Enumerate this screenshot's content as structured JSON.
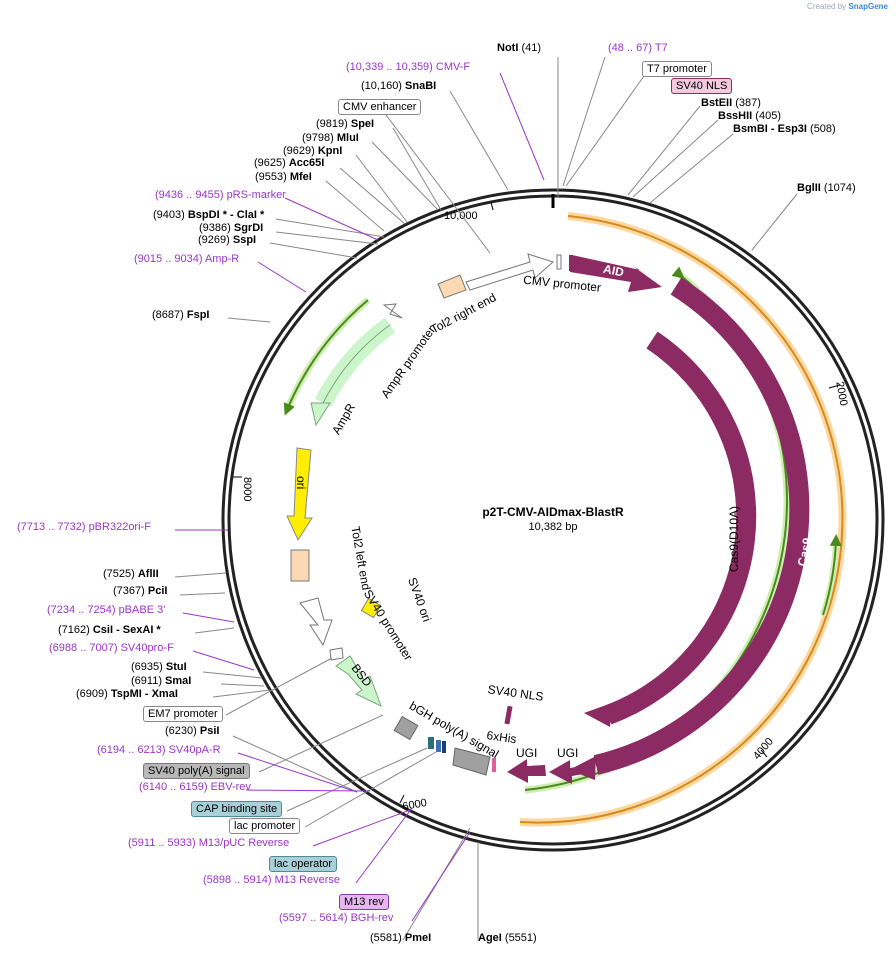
{
  "credit": {
    "prefix": "Created by",
    "brand": "SnapGene"
  },
  "plasmid": {
    "name": "p2T-CMV-AIDmax-BlastR",
    "size": "10,382 bp"
  },
  "ticks": [
    "10,000",
    "2000",
    "4000",
    "6000",
    "8000"
  ],
  "features": [
    {
      "label": "AID",
      "color": "#8b2a63"
    },
    {
      "label": "Cas9",
      "color": "#8b2a63"
    },
    {
      "label": "Cas9(D10A)",
      "color": "#8b2a63"
    },
    {
      "label": "UGI",
      "color": "#8b2a63"
    },
    {
      "label": "UGI",
      "color": "#8b2a63"
    },
    {
      "label": "SV40 NLS",
      "color": "#8b2a63"
    },
    {
      "label": "6xHis",
      "color": "#8b2a63"
    },
    {
      "label": "CMV promoter",
      "color": "#ffffff"
    },
    {
      "label": "Tol2 right end",
      "color": "#fbd9b2"
    },
    {
      "label": "AmpR promoter",
      "color": "#ffffff"
    },
    {
      "label": "AmpR",
      "color": "#ccf5cc"
    },
    {
      "label": "ori",
      "color": "#ffee00"
    },
    {
      "label": "Tol2 left end",
      "color": "#fbd9b2"
    },
    {
      "label": "SV40 ori",
      "color": "#ffee00"
    },
    {
      "label": "SV40 promoter",
      "color": "#ffffff"
    },
    {
      "label": "BSD",
      "color": "#ccf5cc"
    },
    {
      "label": "bGH poly(A) signal",
      "color": "#a0a0a0"
    }
  ],
  "labels_left": [
    {
      "pos": "(10,339 .. 10,359)",
      "name": "CMV-F",
      "kind": "primer"
    },
    {
      "pos": "(10,160)",
      "name": "SnaBI",
      "kind": "site"
    },
    {
      "pos": "",
      "name": "CMV enhancer",
      "kind": "box"
    },
    {
      "pos": "(9819)",
      "name": "SpeI",
      "kind": "site"
    },
    {
      "pos": "(9798)",
      "name": "MluI",
      "kind": "site"
    },
    {
      "pos": "(9629)",
      "name": "KpnI",
      "kind": "site"
    },
    {
      "pos": "(9625)",
      "name": "Acc65I",
      "kind": "site"
    },
    {
      "pos": "(9553)",
      "name": "MfeI",
      "kind": "site"
    },
    {
      "pos": "(9436 .. 9455)",
      "name": "pRS-marker",
      "kind": "primer"
    },
    {
      "pos": "(9403)",
      "name": "BspDI * - ClaI *",
      "kind": "site"
    },
    {
      "pos": "(9386)",
      "name": "SgrDI",
      "kind": "site"
    },
    {
      "pos": "(9269)",
      "name": "SspI",
      "kind": "site"
    },
    {
      "pos": "(9015 .. 9034)",
      "name": "Amp-R",
      "kind": "primer"
    },
    {
      "pos": "(8687)",
      "name": "FspI",
      "kind": "site"
    },
    {
      "pos": "(7713 .. 7732)",
      "name": "pBR322ori-F",
      "kind": "primer"
    },
    {
      "pos": "(7525)",
      "name": "AflII",
      "kind": "site"
    },
    {
      "pos": "(7367)",
      "name": "PciI",
      "kind": "site"
    },
    {
      "pos": "(7234 .. 7254)",
      "name": "pBABE 3'",
      "kind": "primer"
    },
    {
      "pos": "(7162)",
      "name": "CsiI  - SexAI *",
      "kind": "site"
    },
    {
      "pos": "(6988 .. 7007)",
      "name": "SV40pro-F",
      "kind": "primer"
    },
    {
      "pos": "(6935)",
      "name": "StuI",
      "kind": "site"
    },
    {
      "pos": "(6911)",
      "name": "SmaI",
      "kind": "site"
    },
    {
      "pos": "(6909)",
      "name": "TspMI  - XmaI",
      "kind": "site"
    },
    {
      "pos": "",
      "name": "EM7 promoter",
      "kind": "box"
    },
    {
      "pos": "(6230)",
      "name": "PsiI",
      "kind": "site"
    },
    {
      "pos": "(6194 .. 6213)",
      "name": "SV40pA-R",
      "kind": "primer"
    },
    {
      "pos": "",
      "name": "SV40 poly(A) signal",
      "kind": "gbox"
    },
    {
      "pos": "(6140 .. 6159)",
      "name": "EBV-rev",
      "kind": "primer"
    },
    {
      "pos": "",
      "name": "CAP binding site",
      "kind": "tbox"
    },
    {
      "pos": "",
      "name": "lac promoter",
      "kind": "box"
    },
    {
      "pos": "(5911 .. 5933)",
      "name": "M13/pUC Reverse",
      "kind": "primer"
    },
    {
      "pos": "",
      "name": "lac operator",
      "kind": "tbox"
    },
    {
      "pos": "(5898 .. 5914)",
      "name": "M13 Reverse",
      "kind": "primer"
    },
    {
      "pos": "",
      "name": "M13 rev",
      "kind": "pbox"
    },
    {
      "pos": "(5597 .. 5614)",
      "name": "BGH-rev",
      "kind": "primer"
    }
  ],
  "labels_right": [
    {
      "pos": "(41)",
      "name": "NotI",
      "kind": "site"
    },
    {
      "pos": "(48 .. 67)",
      "name": "T7",
      "kind": "primer"
    },
    {
      "pos": "",
      "name": "T7 promoter",
      "kind": "box"
    },
    {
      "pos": "",
      "name": "SV40 NLS",
      "kind": "pinkbox"
    },
    {
      "pos": "(387)",
      "name": "BstEII",
      "kind": "site"
    },
    {
      "pos": "(405)",
      "name": "BssHII",
      "kind": "site"
    },
    {
      "pos": "(508)",
      "name": "BsmBI  - Esp3I",
      "kind": "site"
    },
    {
      "pos": "(1074)",
      "name": "BglII",
      "kind": "site"
    }
  ],
  "labels_bottom": [
    {
      "pos": "(5581)",
      "name": "PmeI",
      "kind": "site"
    },
    {
      "pos": "(5551)",
      "name": "AgeI",
      "kind": "site"
    }
  ]
}
